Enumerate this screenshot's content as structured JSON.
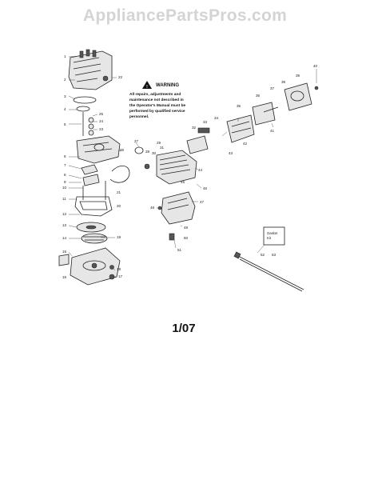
{
  "site_title": "AppliancePartsPros.com",
  "warning": {
    "title": "WARNING",
    "lines": [
      "All repairs, adjustments and",
      "maintenance not described in",
      "the Operator's Manual must be",
      "performed by qualified service",
      "personnel."
    ]
  },
  "kit": {
    "line1": "Gasket",
    "line2": "Kit"
  },
  "page_code": "1/07",
  "callouts": [
    {
      "id": "c1",
      "text": "1"
    },
    {
      "id": "c2",
      "text": "2"
    },
    {
      "id": "c3",
      "text": "3"
    },
    {
      "id": "c4",
      "text": "4"
    },
    {
      "id": "c5",
      "text": "5"
    },
    {
      "id": "c6",
      "text": "6"
    },
    {
      "id": "c7",
      "text": "7"
    },
    {
      "id": "c8",
      "text": "8"
    },
    {
      "id": "c9",
      "text": "9"
    },
    {
      "id": "c10",
      "text": "10"
    },
    {
      "id": "c11",
      "text": "11"
    },
    {
      "id": "c12",
      "text": "12"
    },
    {
      "id": "c13",
      "text": "13"
    },
    {
      "id": "c14",
      "text": "14"
    },
    {
      "id": "c15",
      "text": "15"
    },
    {
      "id": "c16",
      "text": "16"
    },
    {
      "id": "c17",
      "text": "17"
    },
    {
      "id": "c18",
      "text": "18"
    },
    {
      "id": "c19",
      "text": "19"
    },
    {
      "id": "c20",
      "text": "20"
    },
    {
      "id": "c21",
      "text": "21"
    },
    {
      "id": "c22",
      "text": "22"
    },
    {
      "id": "c23",
      "text": "23"
    },
    {
      "id": "c24",
      "text": "24"
    },
    {
      "id": "c25",
      "text": "25"
    },
    {
      "id": "c26",
      "text": "26"
    },
    {
      "id": "c27",
      "text": "27"
    },
    {
      "id": "c28",
      "text": "28"
    },
    {
      "id": "c29",
      "text": "29"
    },
    {
      "id": "c30",
      "text": "30"
    },
    {
      "id": "c31",
      "text": "31"
    },
    {
      "id": "c32",
      "text": "32"
    },
    {
      "id": "c33",
      "text": "33"
    },
    {
      "id": "c34",
      "text": "34"
    },
    {
      "id": "c35",
      "text": "35"
    },
    {
      "id": "c36",
      "text": "36"
    },
    {
      "id": "c37",
      "text": "37"
    },
    {
      "id": "c38",
      "text": "38"
    },
    {
      "id": "c39",
      "text": "39"
    },
    {
      "id": "c40",
      "text": "40"
    },
    {
      "id": "c41",
      "text": "41"
    },
    {
      "id": "c42",
      "text": "42"
    },
    {
      "id": "c43",
      "text": "43"
    },
    {
      "id": "c44",
      "text": "44"
    },
    {
      "id": "c45",
      "text": "45"
    },
    {
      "id": "c46",
      "text": "46"
    },
    {
      "id": "c47",
      "text": "47"
    },
    {
      "id": "c48",
      "text": "48"
    },
    {
      "id": "c49",
      "text": "49"
    },
    {
      "id": "c50",
      "text": "50"
    },
    {
      "id": "c51",
      "text": "51"
    },
    {
      "id": "c52",
      "text": "52"
    },
    {
      "id": "c53",
      "text": "53"
    }
  ]
}
